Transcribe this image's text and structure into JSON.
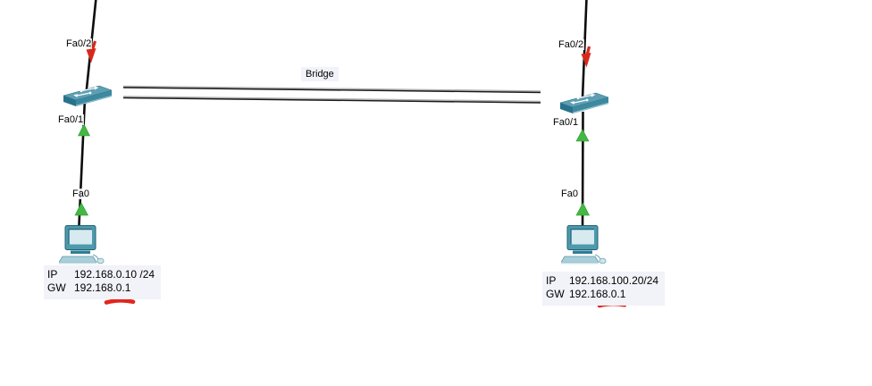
{
  "bridge": {
    "label": "Bridge"
  },
  "left": {
    "uplink_port_label": "Fa0/2",
    "access_port_label": "Fa0/1",
    "pc_port_label": "Fa0",
    "info": {
      "ip_label": "IP",
      "ip": "192.168.0.10 /24",
      "gw_label": "GW",
      "gw": "192.168.0.1"
    }
  },
  "right": {
    "uplink_port_label": "Fa0/2",
    "access_port_label": "Fa0/1",
    "pc_port_label": "Fa0",
    "info": {
      "ip_label": "IP",
      "ip": "192.168.100.20/24",
      "gw_label": "GW",
      "gw": "192.168.0.1"
    }
  },
  "colors": {
    "status_up": "#43b843",
    "status_down": "#d8281c",
    "annotation": "#e2251c",
    "cable": "#0d0d0d",
    "switch_top": "#5c9fb3",
    "switch_front": "#3c89a0",
    "pc_body": "#4e9aad"
  }
}
